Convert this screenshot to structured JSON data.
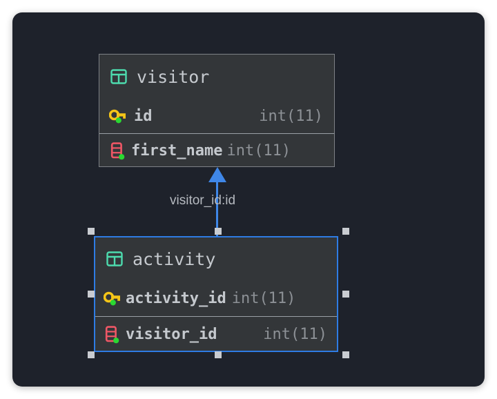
{
  "canvas": {
    "background_color": "#1e222b",
    "page_background": "#ffffff"
  },
  "tables": [
    {
      "id": "visitor",
      "name": "visitor",
      "selected": false,
      "table_icon": "table-icon",
      "border_color": "#7e8287",
      "body_color": "#333639",
      "columns": [
        {
          "icon": "primary-key-icon",
          "name": "id",
          "type": "int(11)"
        },
        {
          "icon": "column-field-icon",
          "name": "first_name",
          "type": "int(11)"
        }
      ]
    },
    {
      "id": "activity",
      "name": "activity",
      "selected": true,
      "table_icon": "table-icon",
      "border_color": "#2e7ce4",
      "body_color": "#333639",
      "columns": [
        {
          "icon": "primary-key-icon",
          "name": "activity_id",
          "type": "int(11)"
        },
        {
          "icon": "column-field-icon",
          "name": "visitor_id",
          "type": "int(11)"
        }
      ]
    }
  ],
  "relationship": {
    "label": "visitor_id:id",
    "from_table": "activity",
    "to_table": "visitor",
    "color": "#3f87e8",
    "arrow_direction": "up"
  },
  "selection": {
    "target": "activity",
    "handle_color": "#c9ccd1",
    "handle_count": 8
  },
  "colors": {
    "table_icon": "#4ddbae",
    "key_icon": "#f5c518",
    "field_icon": "#ef5766",
    "status_dot": "#2ad832",
    "accent": "#2e7ce4",
    "text_primary": "#c5c9ce",
    "text_secondary": "#8d9196"
  }
}
